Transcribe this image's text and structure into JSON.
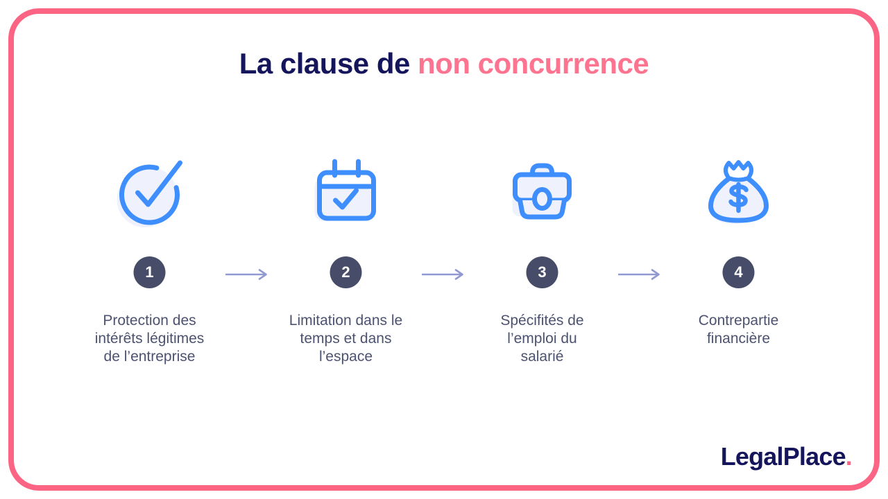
{
  "title": {
    "prefix": "La clause de",
    "highlight": "non concurrence"
  },
  "steps": [
    {
      "number": "1",
      "icon": "check-circle-icon",
      "lines": [
        "Protection des",
        "intérêts légitimes",
        "de l’entreprise"
      ]
    },
    {
      "number": "2",
      "icon": "calendar-check-icon",
      "lines": [
        "Limitation dans le",
        "temps et dans",
        "l’espace"
      ]
    },
    {
      "number": "3",
      "icon": "briefcase-icon",
      "lines": [
        "Spécifités de",
        "l’emploi du",
        "salarié"
      ]
    },
    {
      "number": "4",
      "icon": "money-bag-icon",
      "lines": [
        "Contrepartie",
        "financière"
      ]
    }
  ],
  "logo": {
    "brand": "LegalPlace",
    "dot": "."
  },
  "colors": {
    "frame_pink": "#FB6483",
    "title_pink": "#FD7490",
    "navy": "#15155C",
    "badge_slate": "#474D68",
    "icon_blue": "#3E8EFD",
    "icon_light_fill": "#EFF2FC",
    "arrow_periwinkle": "#9199D2",
    "label_slate": "#4C5270"
  }
}
